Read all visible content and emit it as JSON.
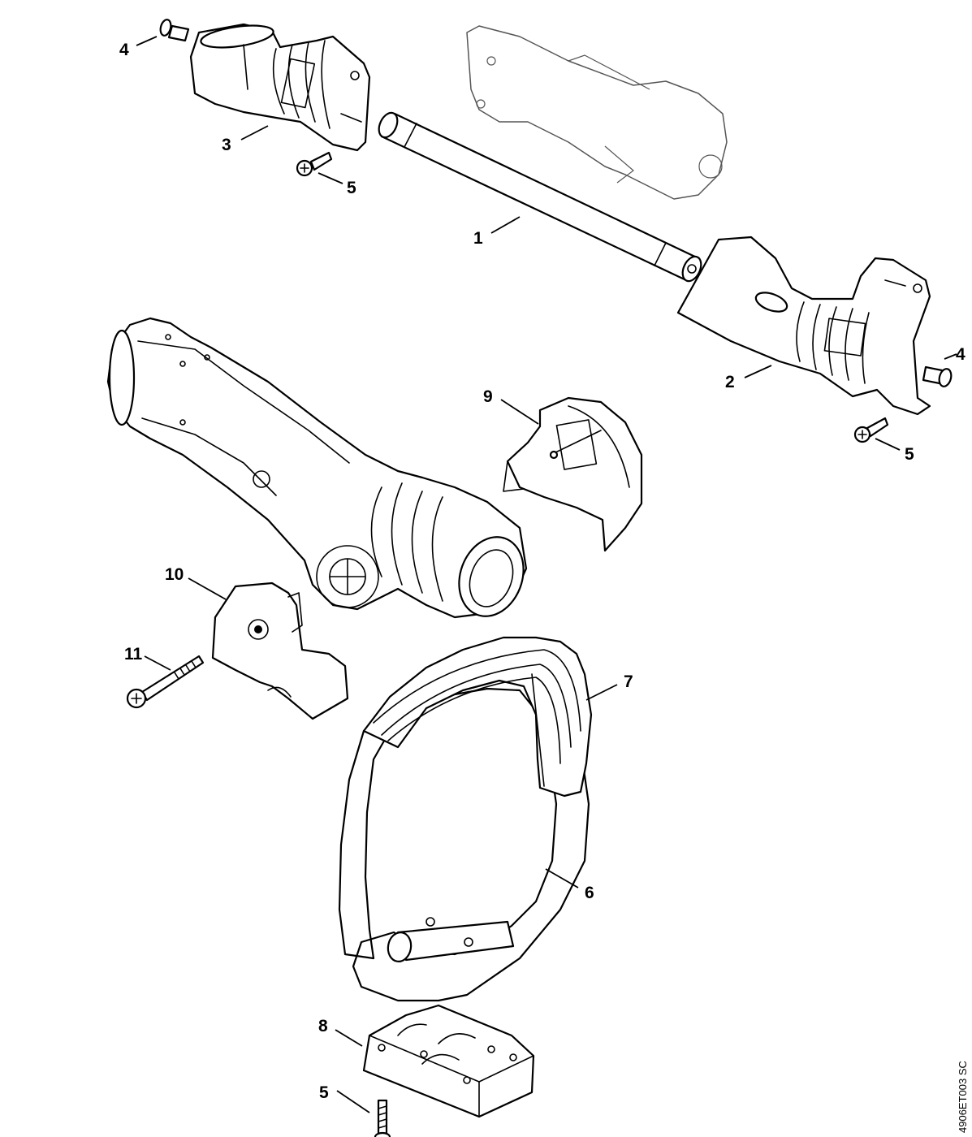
{
  "diagram": {
    "drawing_code": "4906ET003 SC",
    "callouts": [
      {
        "id": "callout-1",
        "label": "1"
      },
      {
        "id": "callout-2",
        "label": "2"
      },
      {
        "id": "callout-3",
        "label": "3"
      },
      {
        "id": "callout-4-top",
        "label": "4"
      },
      {
        "id": "callout-4-right",
        "label": "4"
      },
      {
        "id": "callout-5-top",
        "label": "5"
      },
      {
        "id": "callout-5-right",
        "label": "5"
      },
      {
        "id": "callout-5-bottom",
        "label": "5"
      },
      {
        "id": "callout-6",
        "label": "6"
      },
      {
        "id": "callout-7",
        "label": "7"
      },
      {
        "id": "callout-8",
        "label": "8"
      },
      {
        "id": "callout-9",
        "label": "9"
      },
      {
        "id": "callout-10",
        "label": "10"
      },
      {
        "id": "callout-11",
        "label": "11"
      }
    ]
  }
}
